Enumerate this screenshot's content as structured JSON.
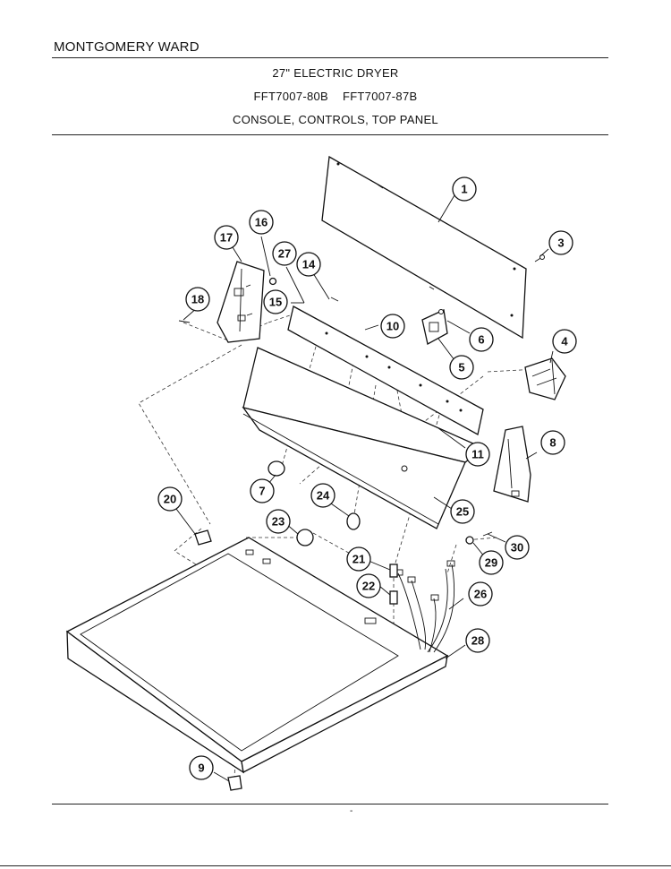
{
  "header": {
    "brand": "MONTGOMERY WARD",
    "title": "27\" ELECTRIC DRYER",
    "models": [
      "FFT7007-80B",
      "FFT7007-87B"
    ],
    "section": "CONSOLE, CONTROLS, TOP PANEL"
  },
  "callouts": [
    "1",
    "3",
    "4",
    "5",
    "6",
    "7",
    "8",
    "9",
    "10",
    "11",
    "14",
    "15",
    "16",
    "17",
    "18",
    "20",
    "21",
    "22",
    "23",
    "24",
    "25",
    "26",
    "27",
    "28",
    "29",
    "30"
  ],
  "footer": {
    "mark": "-"
  }
}
